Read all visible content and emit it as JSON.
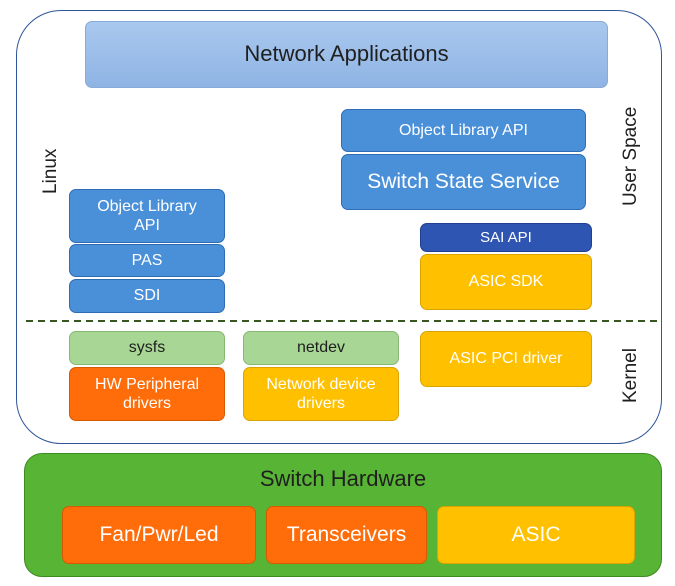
{
  "labels": {
    "linux": "Linux",
    "user_space": "User Space",
    "kernel": "Kernel"
  },
  "network_apps": "Network Applications",
  "left_stack": {
    "object_library_api": "Object Library API",
    "pas": "PAS",
    "sdi": "SDI"
  },
  "switch_state": {
    "object_library_api": "Object Library API",
    "switch_state_service": "Switch State Service"
  },
  "sai": {
    "sai_api": "SAI API",
    "asic_sdk": "ASIC SDK"
  },
  "kernel": {
    "sysfs": "sysfs",
    "hw_peripheral_drivers": "HW Peripheral drivers",
    "netdev": "netdev",
    "network_device_drivers": "Network device drivers",
    "asic_pci_driver": "ASIC PCI driver"
  },
  "hardware": {
    "title": "Switch Hardware",
    "fan_pwr_led": "Fan/Pwr/Led",
    "transceivers": "Transceivers",
    "asic": "ASIC"
  },
  "colors": {
    "blue": "#4a90d9",
    "dark_blue": "#2f55b3",
    "yellow": "#ffc000",
    "orange": "#ff6d0a",
    "green": "#58b434",
    "light_green": "#a8d695",
    "divider": "#375623"
  }
}
